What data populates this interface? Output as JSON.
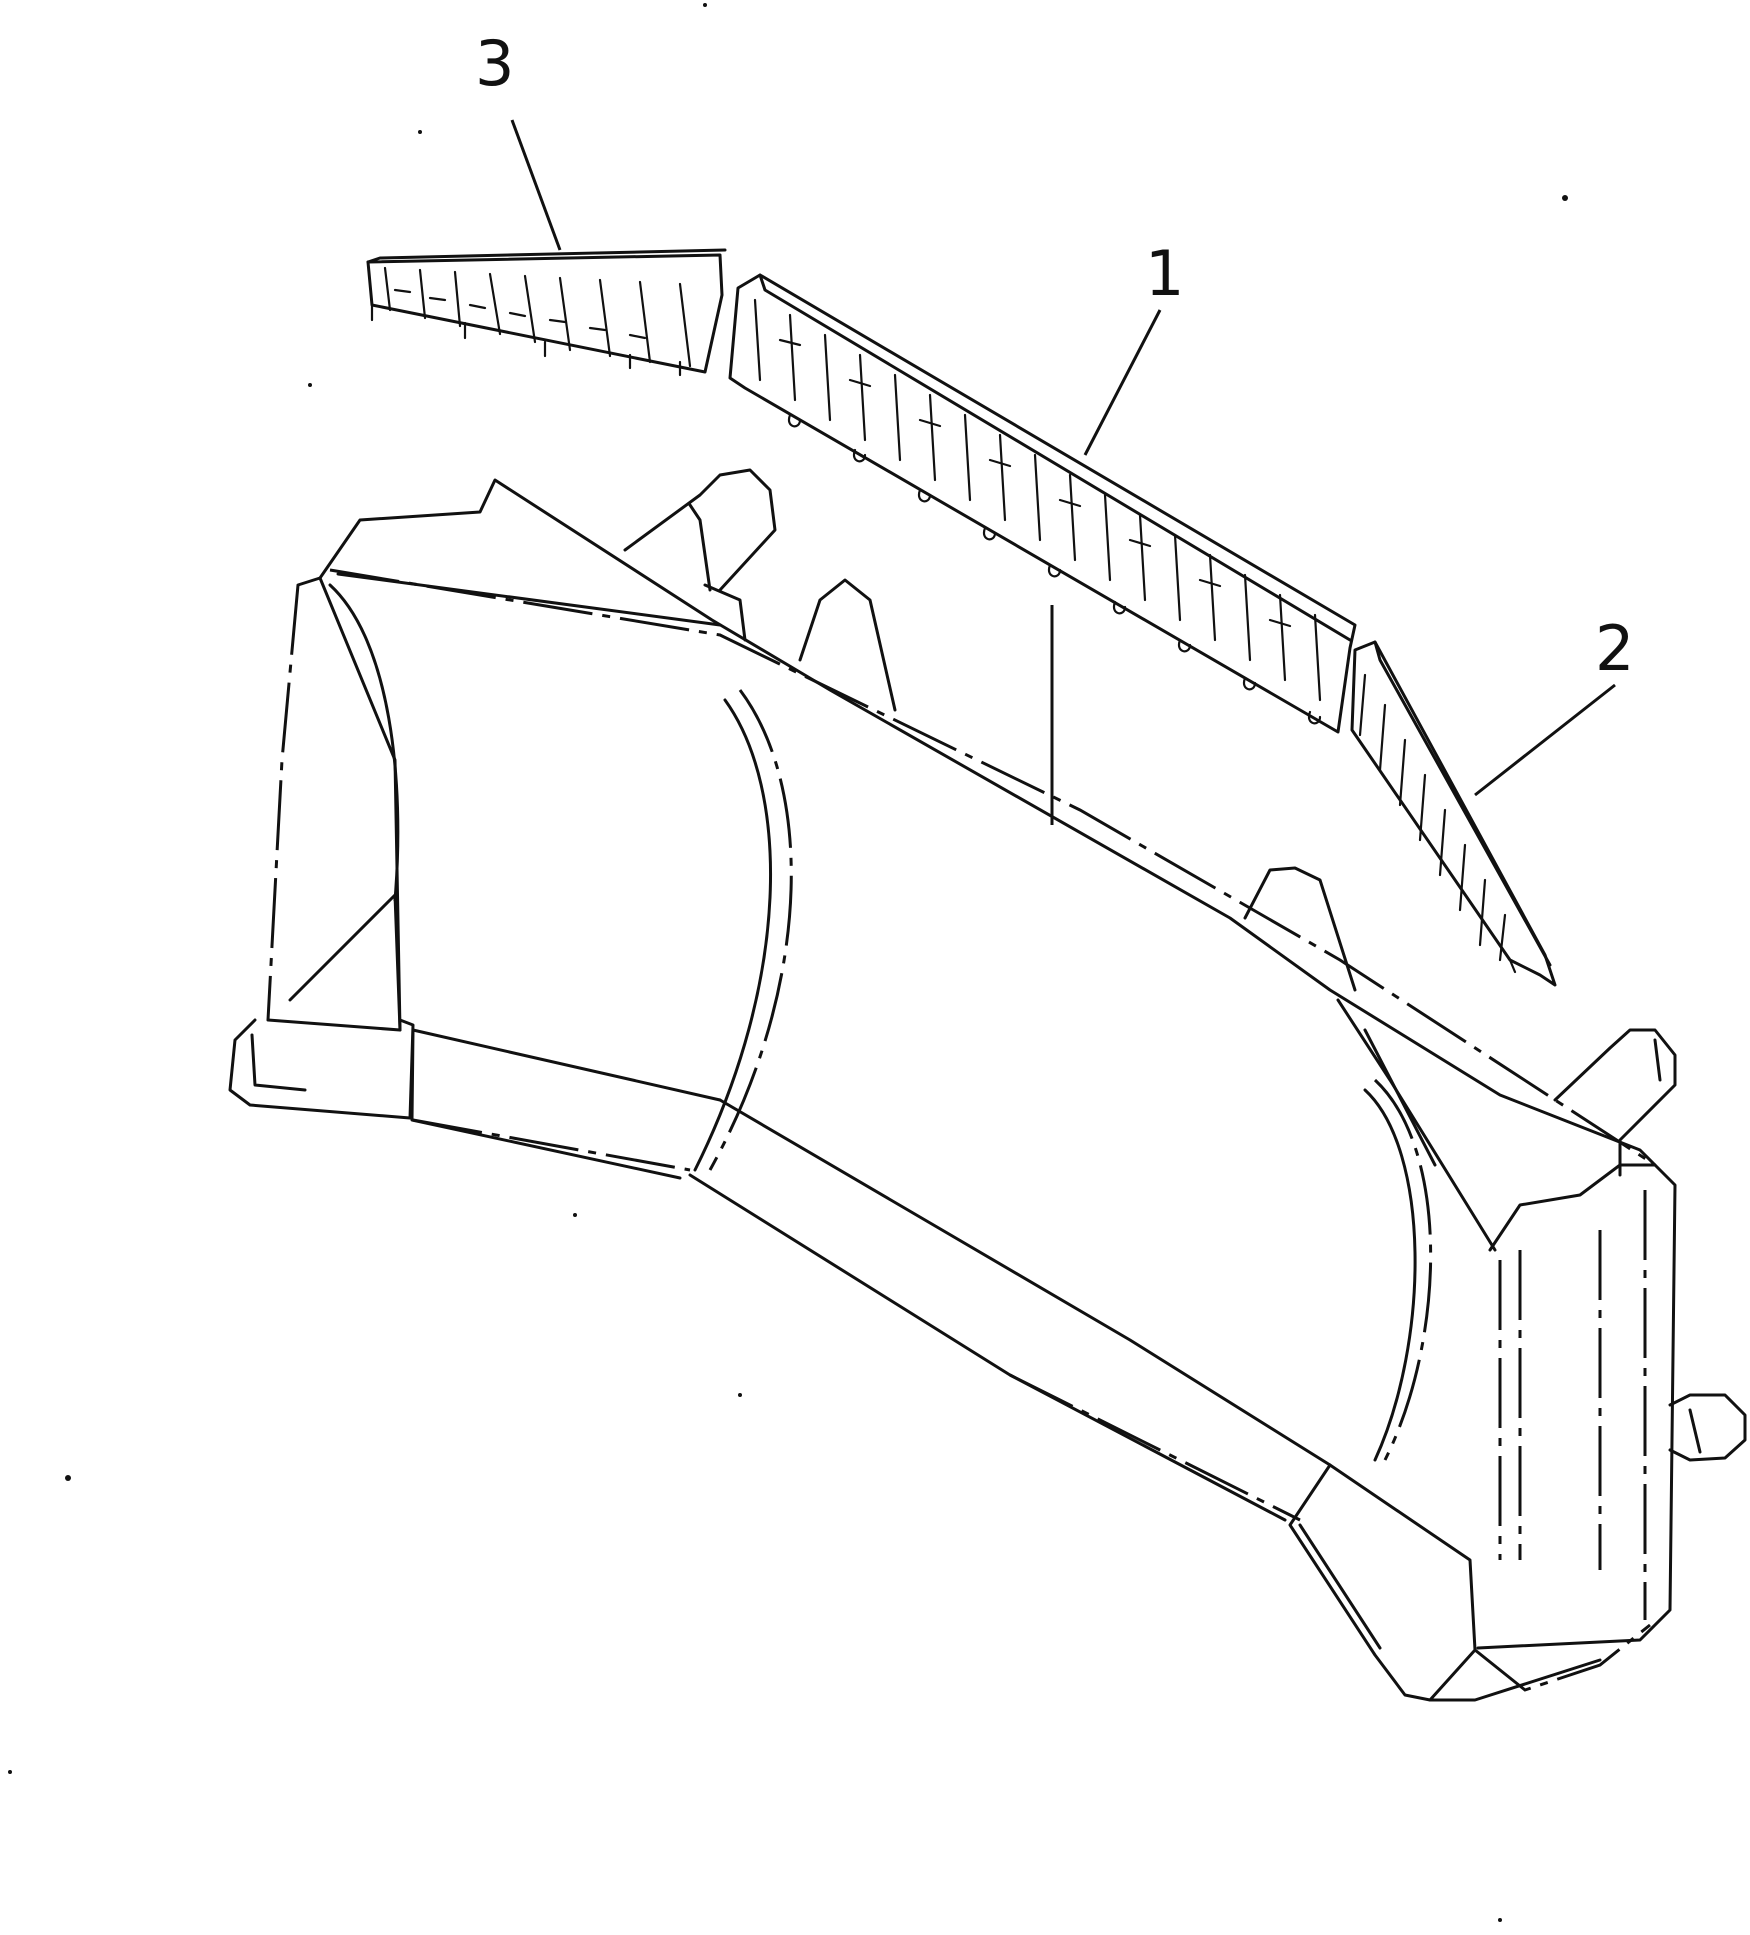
{
  "callouts": {
    "label_1": "1",
    "label_2": "2",
    "label_3": "3"
  },
  "colors": {
    "ink": "#111111",
    "paper": "#ffffff"
  }
}
